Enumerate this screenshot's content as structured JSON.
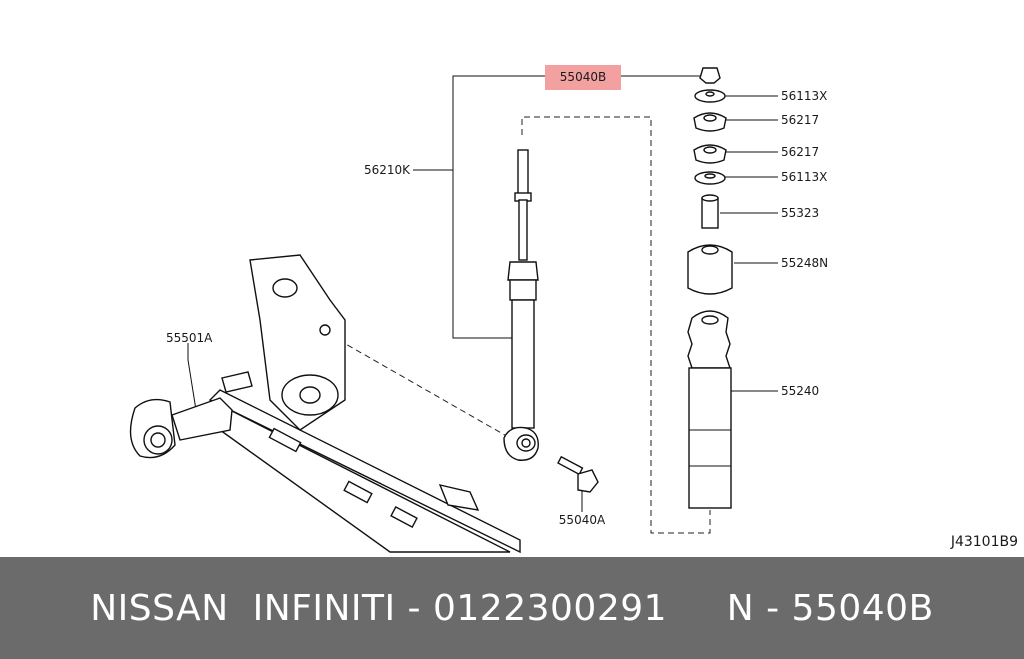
{
  "callouts": {
    "highlight": "55040B",
    "shock": "56210K",
    "nut": "56113X",
    "rubber_upper": "56217",
    "rubber_lower": "56217",
    "washer_lower": "56113X",
    "collar": "55323",
    "cap": "55248N",
    "bound_bumper": "55240",
    "axle": "55501A",
    "bolt": "55040A"
  },
  "diagram_code": "J43101B9",
  "footer": {
    "text": "NISSAN  INFINITI - 0122300291     N - 55040B"
  },
  "colors": {
    "highlight": "#f3a0a0",
    "footer_bg": "#6b6b6b",
    "footer_text": "#ffffff"
  }
}
